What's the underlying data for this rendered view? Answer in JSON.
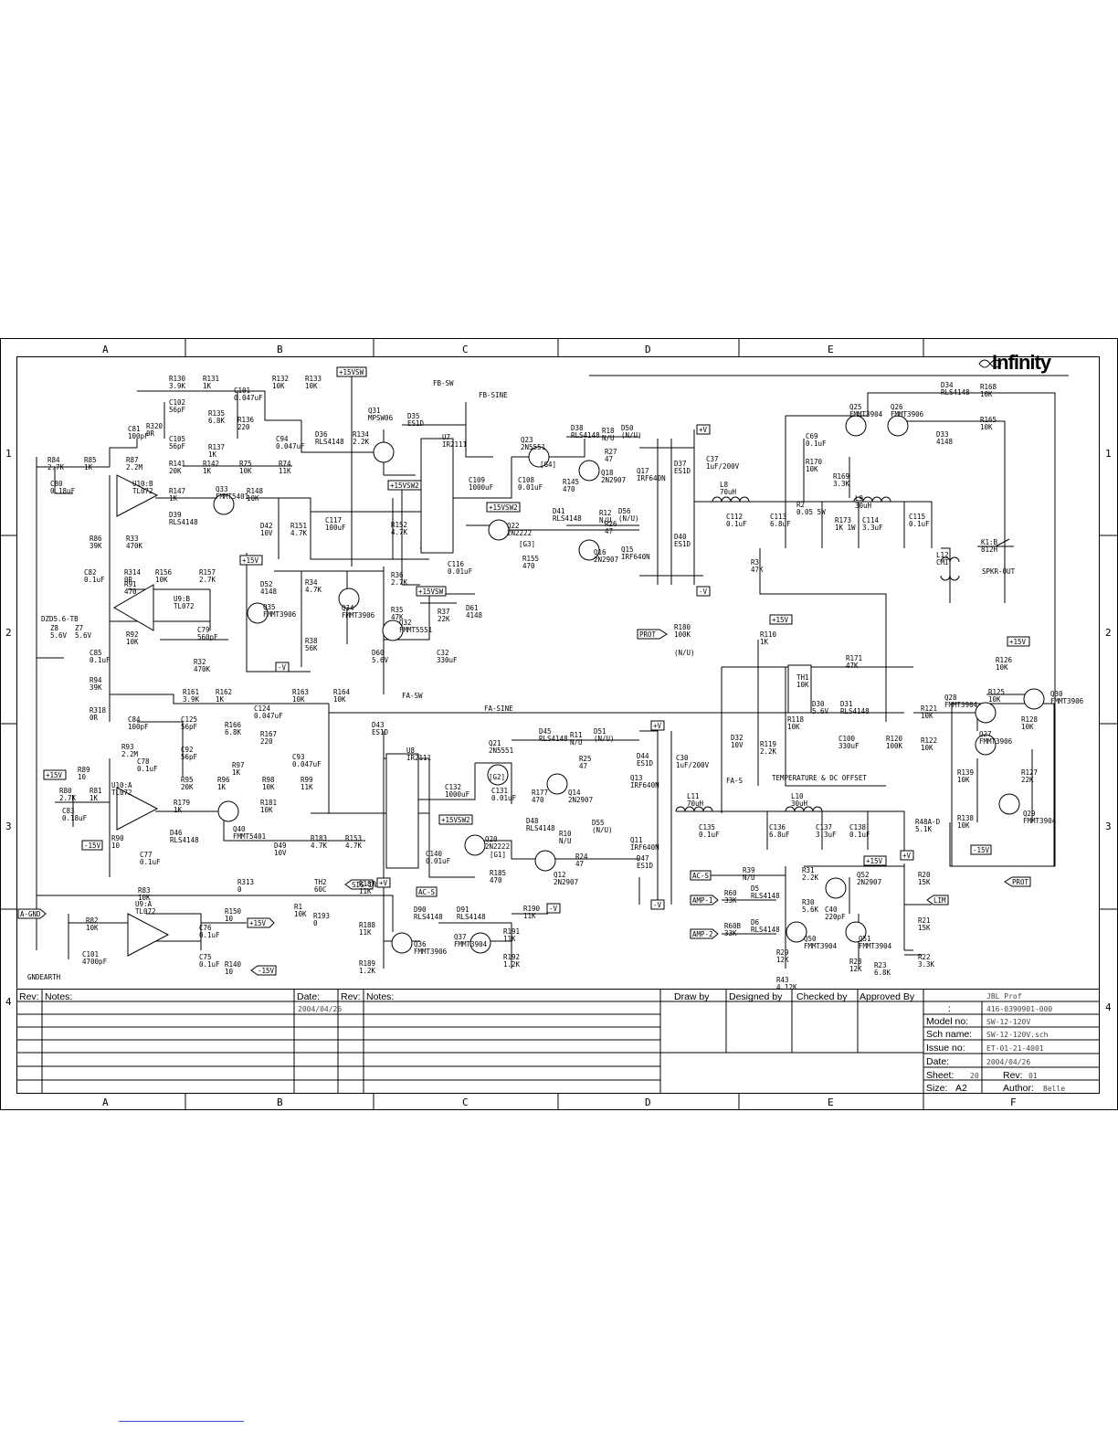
{
  "brand": "Infinity",
  "zones": {
    "columns": [
      "A",
      "B",
      "C",
      "D",
      "E",
      "F"
    ],
    "rows": [
      "1",
      "2",
      "3",
      "4"
    ]
  },
  "nets": {
    "fb_sw": "FB-SW",
    "fb_sine": "FB-SINE",
    "fa_sw": "FA-SW",
    "fa_sine": "FA-SINE",
    "fa_s": "FA-S",
    "plus15vsw": "+15VSW",
    "plus15vsw2": "+15VSW2",
    "plus15v": "+15V",
    "minus15v": "-15V",
    "plus_v": "+V",
    "minus_v": "-V",
    "prot": "PROT",
    "sig_in": "SIG-IN",
    "ac_s": "AC-S",
    "amp1": "AMP-1",
    "amp2": "AMP-2",
    "lim": "LIM",
    "a_gnd": "A-GND",
    "gndearth": "GNDEARTH",
    "spkr_out": "SPKR-OUT",
    "temp_offset": "TEMPERATURE & DC OFFSET"
  },
  "components": [
    {
      "id": "R130",
      "t": "R130",
      "v": "3.9K"
    },
    {
      "id": "R131",
      "t": "R131",
      "v": "1K"
    },
    {
      "id": "C101",
      "t": "C101",
      "v": "0.047uF"
    },
    {
      "id": "R132",
      "t": "R132",
      "v": "10K"
    },
    {
      "id": "R133",
      "t": "R133",
      "v": "10K"
    },
    {
      "id": "C102",
      "t": "C102",
      "v": "56pF"
    },
    {
      "id": "R135",
      "t": "R135",
      "v": "6.8K"
    },
    {
      "id": "R136",
      "t": "R136",
      "v": "220"
    },
    {
      "id": "C81",
      "t": "C81",
      "v": "100pF"
    },
    {
      "id": "R320",
      "t": "R320",
      "v": "0R"
    },
    {
      "id": "C105",
      "t": "C105",
      "v": "56pF"
    },
    {
      "id": "R137",
      "t": "R137",
      "v": "1K"
    },
    {
      "id": "C94",
      "t": "C94",
      "v": "0.047uF"
    },
    {
      "id": "R84",
      "t": "R84",
      "v": "2.7K"
    },
    {
      "id": "R85",
      "t": "R85",
      "v": "1K"
    },
    {
      "id": "R87",
      "t": "R87",
      "v": "2.2M"
    },
    {
      "id": "R141",
      "t": "R141",
      "v": "20K"
    },
    {
      "id": "R142",
      "t": "R142",
      "v": "1K"
    },
    {
      "id": "R75",
      "t": "R75",
      "v": "10K"
    },
    {
      "id": "R74",
      "t": "R74",
      "v": "11K"
    },
    {
      "id": "C80",
      "t": "C80",
      "v": "0.18uF"
    },
    {
      "id": "U10B",
      "t": "U10:B",
      "v": "TL072"
    },
    {
      "id": "R147",
      "t": "R147",
      "v": "1K"
    },
    {
      "id": "Q33",
      "t": "Q33",
      "v": "FMMT5401"
    },
    {
      "id": "R148",
      "t": "R148",
      "v": "10K"
    },
    {
      "id": "D39",
      "t": "D39",
      "v": "RLS4148"
    },
    {
      "id": "R86",
      "t": "R86",
      "v": "39K"
    },
    {
      "id": "R33",
      "t": "R33",
      "v": "470K"
    },
    {
      "id": "C82",
      "t": "C82",
      "v": "0.1uF"
    },
    {
      "id": "R314",
      "t": "R314",
      "v": "0R"
    },
    {
      "id": "R156",
      "t": "R156",
      "v": "10K"
    },
    {
      "id": "R157",
      "t": "R157",
      "v": "2.7K"
    },
    {
      "id": "R91",
      "t": "R91",
      "v": "470"
    },
    {
      "id": "U9B",
      "t": "U9:B",
      "v": "TL072"
    },
    {
      "id": "DZ",
      "t": "DZD5.6-TB",
      "v": ""
    },
    {
      "id": "Z8",
      "t": "Z8",
      "v": "5.6V"
    },
    {
      "id": "Z7",
      "t": "Z7",
      "v": "5.6V"
    },
    {
      "id": "R92",
      "t": "R92",
      "v": "10K"
    },
    {
      "id": "C79",
      "t": "C79",
      "v": "560pF"
    },
    {
      "id": "C85",
      "t": "C85",
      "v": "0.1uF"
    },
    {
      "id": "R32",
      "t": "R32",
      "v": "470K"
    },
    {
      "id": "R94",
      "t": "R94",
      "v": "39K"
    },
    {
      "id": "R318",
      "t": "R318",
      "v": "0R"
    },
    {
      "id": "Q31",
      "t": "Q31",
      "v": "MPSW06"
    },
    {
      "id": "D36",
      "t": "D36",
      "v": "RLS4148"
    },
    {
      "id": "R134",
      "t": "R134",
      "v": "2.2K"
    },
    {
      "id": "D35",
      "t": "D35",
      "v": "ES1D"
    },
    {
      "id": "U7",
      "t": "U7",
      "v": "IR2111"
    },
    {
      "id": "D42",
      "t": "D42",
      "v": "10V"
    },
    {
      "id": "R151",
      "t": "R151",
      "v": "4.7K"
    },
    {
      "id": "C117",
      "t": "C117",
      "v": "100uF"
    },
    {
      "id": "R152",
      "t": "R152",
      "v": "4.7K"
    },
    {
      "id": "D52",
      "t": "D52",
      "v": "4148"
    },
    {
      "id": "Q35",
      "t": "Q35",
      "v": "FMMT3906"
    },
    {
      "id": "R34",
      "t": "R34",
      "v": "4.7K"
    },
    {
      "id": "Q34",
      "t": "Q34",
      "v": "FMMT3906"
    },
    {
      "id": "R38",
      "t": "R38",
      "v": "56K"
    },
    {
      "id": "R36",
      "t": "R36",
      "v": "2.7K"
    },
    {
      "id": "R35",
      "t": "R35",
      "v": "47K"
    },
    {
      "id": "Q32",
      "t": "Q32",
      "v": "FMMT5551"
    },
    {
      "id": "R37",
      "t": "R37",
      "v": "22K"
    },
    {
      "id": "D61",
      "t": "D61",
      "v": "4148"
    },
    {
      "id": "C32",
      "t": "C32",
      "v": "330uF"
    },
    {
      "id": "D60",
      "t": "D60",
      "v": "5.6V"
    },
    {
      "id": "Q23",
      "t": "Q23",
      "v": "2N5551"
    },
    {
      "id": "C109",
      "t": "C109",
      "v": "1000uF"
    },
    {
      "id": "C108",
      "t": "C108",
      "v": "0.01uF"
    },
    {
      "id": "G4",
      "t": "[G4]",
      "v": ""
    },
    {
      "id": "D38",
      "t": "D38",
      "v": "RLS4148"
    },
    {
      "id": "R18",
      "t": "R18",
      "v": "N/U"
    },
    {
      "id": "D50",
      "t": "D50",
      "v": "(N/U)"
    },
    {
      "id": "R27",
      "t": "R27",
      "v": "47"
    },
    {
      "id": "Q18",
      "t": "Q18",
      "v": "2N2907"
    },
    {
      "id": "R145",
      "t": "R145",
      "v": "470"
    },
    {
      "id": "Q17",
      "t": "Q17",
      "v": "IRF640N"
    },
    {
      "id": "D37",
      "t": "D37",
      "v": "ES1D"
    },
    {
      "id": "C37",
      "t": "C37",
      "v": "1uF/200V"
    },
    {
      "id": "Q22",
      "t": "Q22",
      "v": "2N2222"
    },
    {
      "id": "G3",
      "t": "[G3]",
      "v": ""
    },
    {
      "id": "D41",
      "t": "D41",
      "v": "RLS4148"
    },
    {
      "id": "R12",
      "t": "R12",
      "v": "N/U"
    },
    {
      "id": "D56",
      "t": "D56",
      "v": "(N/U)"
    },
    {
      "id": "R26",
      "t": "R26",
      "v": "47"
    },
    {
      "id": "Q16",
      "t": "Q16",
      "v": "2N2907"
    },
    {
      "id": "R155",
      "t": "R155",
      "v": "470"
    },
    {
      "id": "Q15",
      "t": "Q15",
      "v": "IRF640N"
    },
    {
      "id": "D40",
      "t": "D40",
      "v": "ES1D"
    },
    {
      "id": "C116",
      "t": "C116",
      "v": "0.01uF"
    },
    {
      "id": "L8",
      "t": "L8",
      "v": "70uH"
    },
    {
      "id": "C112",
      "t": "C112",
      "v": "0.1uF"
    },
    {
      "id": "C113",
      "t": "C113",
      "v": "6.8uF"
    },
    {
      "id": "R3",
      "t": "R3",
      "v": "47K"
    },
    {
      "id": "R2",
      "t": "R2",
      "v": "0.05 5W"
    },
    {
      "id": "R173",
      "t": "R173",
      "v": "1K 1W"
    },
    {
      "id": "C114",
      "t": "C114",
      "v": "3.3uF"
    },
    {
      "id": "L9",
      "t": "L9",
      "v": "30uH"
    },
    {
      "id": "C115",
      "t": "C115",
      "v": "0.1uF"
    },
    {
      "id": "C69",
      "t": "C69",
      "v": "0.1uF"
    },
    {
      "id": "R170",
      "t": "R170",
      "v": "10K"
    },
    {
      "id": "R169",
      "t": "R169",
      "v": "3.3K"
    },
    {
      "id": "Q25",
      "t": "Q25",
      "v": "FMMT3904"
    },
    {
      "id": "Q26",
      "t": "Q26",
      "v": "FMMT3906"
    },
    {
      "id": "D34",
      "t": "D34",
      "v": "RLS4148"
    },
    {
      "id": "R168",
      "t": "R168",
      "v": "10K"
    },
    {
      "id": "D33",
      "t": "D33",
      "v": "4148"
    },
    {
      "id": "R165",
      "t": "R165",
      "v": "10K"
    },
    {
      "id": "K1B",
      "t": "K1:B",
      "v": "812H"
    },
    {
      "id": "L12",
      "t": "L12",
      "v": "CMI"
    },
    {
      "id": "R180",
      "t": "R180",
      "v": "100K"
    },
    {
      "id": "R180n",
      "t": "(N/U)",
      "v": ""
    },
    {
      "id": "R110",
      "t": "R110",
      "v": "1K"
    },
    {
      "id": "TH1",
      "t": "TH1",
      "v": "10K"
    },
    {
      "id": "R171",
      "t": "R171",
      "v": "47K"
    },
    {
      "id": "R118",
      "t": "R118",
      "v": "10K"
    },
    {
      "id": "D30",
      "t": "D30",
      "v": "5.6V"
    },
    {
      "id": "D31",
      "t": "D31",
      "v": "RLS4148"
    },
    {
      "id": "D32",
      "t": "D32",
      "v": "10V"
    },
    {
      "id": "R119",
      "t": "R119",
      "v": "2.2K"
    },
    {
      "id": "C100",
      "t": "C100",
      "v": "330uF"
    },
    {
      "id": "R120",
      "t": "R120",
      "v": "100K"
    },
    {
      "id": "R126",
      "t": "R126",
      "v": "10K"
    },
    {
      "id": "Q28",
      "t": "Q28",
      "v": "FMMT3904"
    },
    {
      "id": "R125",
      "t": "R125",
      "v": "10K"
    },
    {
      "id": "Q30",
      "t": "Q30",
      "v": "FMMT3906"
    },
    {
      "id": "R121",
      "t": "R121",
      "v": "10K"
    },
    {
      "id": "Q27",
      "t": "Q27",
      "v": "FMMT3906"
    },
    {
      "id": "R122",
      "t": "R122",
      "v": "10K"
    },
    {
      "id": "R128",
      "t": "R128",
      "v": "10K"
    },
    {
      "id": "R127",
      "t": "R127",
      "v": "22K"
    },
    {
      "id": "R139",
      "t": "R139",
      "v": "10K"
    },
    {
      "id": "Q29",
      "t": "Q29",
      "v": "FMMT3904"
    },
    {
      "id": "R138",
      "t": "R138",
      "v": "10K"
    },
    {
      "id": "R161",
      "t": "R161",
      "v": "3.9K"
    },
    {
      "id": "R162",
      "t": "R162",
      "v": "1K"
    },
    {
      "id": "C124",
      "t": "C124",
      "v": "0.047uF"
    },
    {
      "id": "R163",
      "t": "R163",
      "v": "10K"
    },
    {
      "id": "R164",
      "t": "R164",
      "v": "10K"
    },
    {
      "id": "C125",
      "t": "C125",
      "v": "56pF"
    },
    {
      "id": "R166",
      "t": "R166",
      "v": "6.8K"
    },
    {
      "id": "R167",
      "t": "R167",
      "v": "220"
    },
    {
      "id": "C84",
      "t": "C84",
      "v": "100pF"
    },
    {
      "id": "C92",
      "t": "C92",
      "v": "56pF"
    },
    {
      "id": "R93",
      "t": "R93",
      "v": "2.2M"
    },
    {
      "id": "C78",
      "t": "C78",
      "v": "0.1uF"
    },
    {
      "id": "R97",
      "t": "R97",
      "v": "1K"
    },
    {
      "id": "C93",
      "t": "C93",
      "v": "0.047uF"
    },
    {
      "id": "R89",
      "t": "R89",
      "v": "10"
    },
    {
      "id": "R95",
      "t": "R95",
      "v": "20K"
    },
    {
      "id": "R96",
      "t": "R96",
      "v": "1K"
    },
    {
      "id": "R98",
      "t": "R98",
      "v": "10K"
    },
    {
      "id": "R99",
      "t": "R99",
      "v": "11K"
    },
    {
      "id": "R80",
      "t": "R80",
      "v": "2.7K"
    },
    {
      "id": "R81",
      "t": "R81",
      "v": "1K"
    },
    {
      "id": "C83",
      "t": "C83",
      "v": "0.18uF"
    },
    {
      "id": "U10A",
      "t": "U10:A",
      "v": "TL072"
    },
    {
      "id": "R179",
      "t": "R179",
      "v": "1K"
    },
    {
      "id": "Q40",
      "t": "Q40",
      "v": "FMMT5401"
    },
    {
      "id": "R181",
      "t": "R181",
      "v": "10K"
    },
    {
      "id": "D46",
      "t": "D46",
      "v": "RLS4148"
    },
    {
      "id": "R90",
      "t": "R90",
      "v": "10"
    },
    {
      "id": "C77",
      "t": "C77",
      "v": "0.1uF"
    },
    {
      "id": "D49",
      "t": "D49",
      "v": "10V"
    },
    {
      "id": "R183",
      "t": "R183",
      "v": "4.7K"
    },
    {
      "id": "R153",
      "t": "R153",
      "v": "4.7K"
    },
    {
      "id": "D43",
      "t": "D43",
      "v": "ES1D"
    },
    {
      "id": "U8",
      "t": "U8",
      "v": "IR2111"
    },
    {
      "id": "C132",
      "t": "C132",
      "v": "1000uF"
    },
    {
      "id": "C131",
      "t": "C131",
      "v": "0.01uF"
    },
    {
      "id": "Q21",
      "t": "Q21",
      "v": "2N5551"
    },
    {
      "id": "G2",
      "t": "[G2]",
      "v": ""
    },
    {
      "id": "D45",
      "t": "D45",
      "v": "RLS4148"
    },
    {
      "id": "R11",
      "t": "R11",
      "v": "N/U"
    },
    {
      "id": "D51",
      "t": "D51",
      "v": "(N/U)"
    },
    {
      "id": "R25",
      "t": "R25",
      "v": "47"
    },
    {
      "id": "R177",
      "t": "R177",
      "v": "470"
    },
    {
      "id": "Q14",
      "t": "Q14",
      "v": "2N2907"
    },
    {
      "id": "Q13",
      "t": "Q13",
      "v": "IRF640N"
    },
    {
      "id": "D44",
      "t": "D44",
      "v": "ES1D"
    },
    {
      "id": "C30",
      "t": "C30",
      "v": "1uF/200V"
    },
    {
      "id": "Q20",
      "t": "Q20",
      "v": "2N2222"
    },
    {
      "id": "G1",
      "t": "[G1]",
      "v": ""
    },
    {
      "id": "D48",
      "t": "D48",
      "v": "RLS4148"
    },
    {
      "id": "R10",
      "t": "R10",
      "v": "N/U"
    },
    {
      "id": "D55",
      "t": "D55",
      "v": "(N/U)"
    },
    {
      "id": "R24",
      "t": "R24",
      "v": "47"
    },
    {
      "id": "Q12",
      "t": "Q12",
      "v": "2N2907"
    },
    {
      "id": "R185",
      "t": "R185",
      "v": "470"
    },
    {
      "id": "Q11",
      "t": "Q11",
      "v": "IRF640N"
    },
    {
      "id": "D47",
      "t": "D47",
      "v": "ES1D"
    },
    {
      "id": "C140",
      "t": "C140",
      "v": "0.01uF"
    },
    {
      "id": "L11",
      "t": "L11",
      "v": "70uH"
    },
    {
      "id": "C135",
      "t": "C135",
      "v": "0.1uF"
    },
    {
      "id": "C136",
      "t": "C136",
      "v": "6.8uF"
    },
    {
      "id": "L10",
      "t": "L10",
      "v": "30uH"
    },
    {
      "id": "C137",
      "t": "C137",
      "v": "3.3uF"
    },
    {
      "id": "C138",
      "t": "C138",
      "v": "0.1uF"
    },
    {
      "id": "R48",
      "t": "R48A-D",
      "v": "5.1K"
    },
    {
      "id": "R83",
      "t": "R83",
      "v": "10K"
    },
    {
      "id": "R313",
      "t": "R313",
      "v": "0"
    },
    {
      "id": "TH2",
      "t": "TH2",
      "v": "60C"
    },
    {
      "id": "R1",
      "t": "R1",
      "v": "10K"
    },
    {
      "id": "R193",
      "t": "R193",
      "v": "0"
    },
    {
      "id": "R82",
      "t": "R82",
      "v": "10K"
    },
    {
      "id": "U9A",
      "t": "U9:A",
      "v": "TL072"
    },
    {
      "id": "C76",
      "t": "C76",
      "v": "0.1uF"
    },
    {
      "id": "R150",
      "t": "R150",
      "v": "10"
    },
    {
      "id": "C75",
      "t": "C75",
      "v": "0.1uF"
    },
    {
      "id": "R140",
      "t": "R140",
      "v": "10"
    },
    {
      "id": "C101b",
      "t": "C101",
      "v": "4700pF"
    },
    {
      "id": "R187",
      "t": "R187",
      "v": "11K"
    },
    {
      "id": "R188",
      "t": "R188",
      "v": "11K"
    },
    {
      "id": "R189",
      "t": "R189",
      "v": "1.2K"
    },
    {
      "id": "D90",
      "t": "D90",
      "v": "RLS4148"
    },
    {
      "id": "Q36",
      "t": "Q36",
      "v": "FMMT3906"
    },
    {
      "id": "D91",
      "t": "D91",
      "v": "RLS4148"
    },
    {
      "id": "Q37",
      "t": "Q37",
      "v": "FMMT3904"
    },
    {
      "id": "R190",
      "t": "R190",
      "v": "11K"
    },
    {
      "id": "R191",
      "t": "R191",
      "v": "11K"
    },
    {
      "id": "R192",
      "t": "R192",
      "v": "1.2K"
    },
    {
      "id": "R39",
      "t": "R39",
      "v": "N/U"
    },
    {
      "id": "R60",
      "t": "R60",
      "v": "33K"
    },
    {
      "id": "D5",
      "t": "D5",
      "v": "RLS4148"
    },
    {
      "id": "R60B",
      "t": "R60B",
      "v": "33K"
    },
    {
      "id": "D6",
      "t": "D6",
      "v": "RLS4148"
    },
    {
      "id": "R31",
      "t": "R31",
      "v": "2.2K"
    },
    {
      "id": "R30",
      "t": "R30",
      "v": "5.6K"
    },
    {
      "id": "Q52",
      "t": "Q52",
      "v": "2N2907"
    },
    {
      "id": "C40",
      "t": "C40",
      "v": "220pF"
    },
    {
      "id": "Q50",
      "t": "Q50",
      "v": "FMMT3904"
    },
    {
      "id": "Q51",
      "t": "Q51",
      "v": "FMMT3904"
    },
    {
      "id": "R29",
      "t": "R29",
      "v": "12K"
    },
    {
      "id": "R43",
      "t": "R43",
      "v": "4.12K"
    },
    {
      "id": "R28",
      "t": "R28",
      "v": "12K"
    },
    {
      "id": "R23",
      "t": "R23",
      "v": "6.8K"
    },
    {
      "id": "R20",
      "t": "R20",
      "v": "15K"
    },
    {
      "id": "R21",
      "t": "R21",
      "v": "15K"
    },
    {
      "id": "R22",
      "t": "R22",
      "v": "3.3K"
    }
  ],
  "title_block": {
    "left_headers": {
      "rev": "Rev:",
      "notes": "Notes:",
      "date": "Date:",
      "rev2": "Rev:",
      "notes2": "Notes:"
    },
    "first_date": "2004/04/26",
    "approvals": {
      "draw_by": "Draw by",
      "designed_by": "Designed by",
      "checked_by": "Checked by",
      "approved_by": "Approved By"
    },
    "company": "JBL Prof",
    "doc_no_label": ":",
    "doc_no": "416-0390901-000",
    "model_label": "Model no:",
    "model": "SW-12-120V",
    "sch_label": "Sch name:",
    "sch": "SW-12-120V.sch",
    "issue_label": "Issue no:",
    "issue": "ET-01-21-4001",
    "date_label": "Date:",
    "date": "2004/04/26",
    "sheet_label": "Sheet:",
    "sheet": "20",
    "rev_label": "Rev:",
    "rev": "01",
    "size_label": "Size:",
    "size": "A2",
    "author_label": "Author:",
    "author": "Belle"
  }
}
